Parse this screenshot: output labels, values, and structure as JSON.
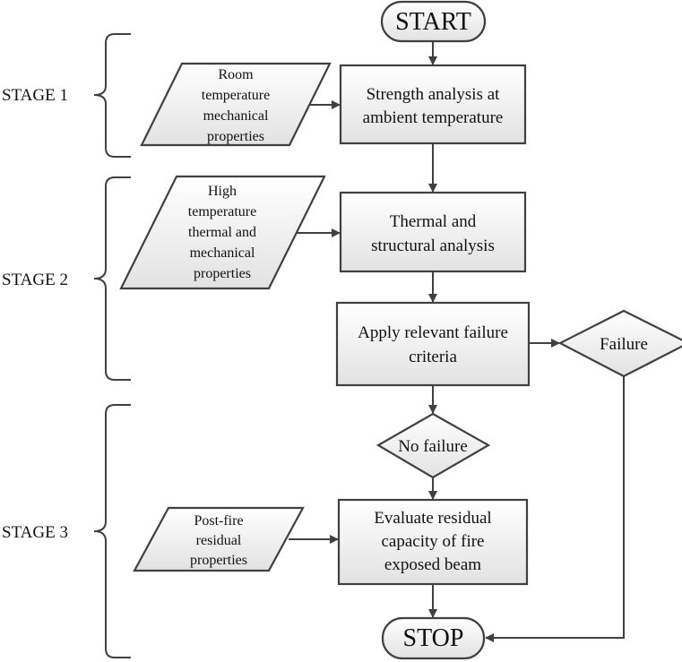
{
  "stages": [
    {
      "label": "STAGE 1"
    },
    {
      "label": "STAGE 2"
    },
    {
      "label": "STAGE 3"
    }
  ],
  "terminals": {
    "start": "START",
    "stop": "STOP"
  },
  "processes": [
    {
      "lines": [
        "Strength analysis at",
        "ambient temperature"
      ]
    },
    {
      "lines": [
        "Thermal and",
        "structural analysis"
      ]
    },
    {
      "lines": [
        "Apply relevant failure",
        "criteria"
      ]
    },
    {
      "lines": [
        "Evaluate residual",
        "capacity of fire",
        "exposed beam"
      ]
    }
  ],
  "inputs": [
    {
      "lines": [
        "Room",
        "temperature",
        "mechanical",
        "properties"
      ]
    },
    {
      "lines": [
        "High",
        "temperature",
        "thermal and",
        "mechanical",
        "properties"
      ]
    },
    {
      "lines": [
        "Post-fire",
        "residual",
        "properties"
      ]
    }
  ],
  "decisions": {
    "failure": "Failure",
    "no_failure": "No failure"
  },
  "colors": {
    "stroke": "#404040",
    "fill_top": "#ffffff",
    "fill_bottom": "#e4e4e4"
  }
}
